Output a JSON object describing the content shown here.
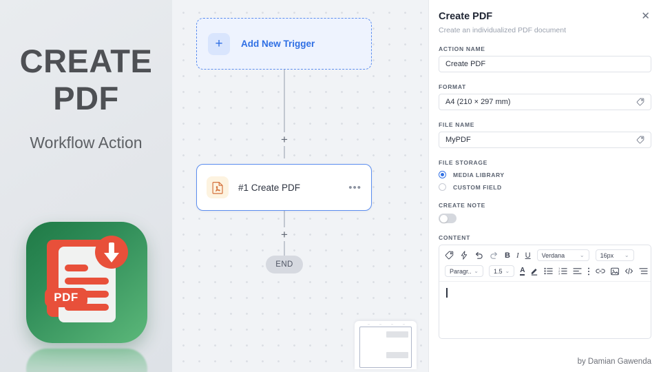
{
  "promo": {
    "title_line1": "CREATE",
    "title_line2": "PDF",
    "subtitle": "Workflow Action",
    "icon_badge": "PDF"
  },
  "canvas": {
    "trigger_node": {
      "label": "Add New Trigger",
      "plus": "+"
    },
    "add_step_top": "+",
    "add_step_bottom": "+",
    "action_node": {
      "label": "#1 Create PDF",
      "menu": "•••"
    },
    "end_node": "END"
  },
  "panel": {
    "title": "Create PDF",
    "description": "Create an individualized PDF document",
    "close": "✕",
    "fields": {
      "action_name": {
        "label": "ACTION NAME",
        "value": "Create PDF"
      },
      "format": {
        "label": "FORMAT",
        "value": "A4 (210 × 297 mm)"
      },
      "file_name": {
        "label": "FILE NAME",
        "value": "MyPDF"
      },
      "file_storage": {
        "label": "FILE STORAGE",
        "options": [
          {
            "label": "MEDIA LIBRARY",
            "selected": true
          },
          {
            "label": "CUSTOM FIELD",
            "selected": false
          }
        ]
      },
      "create_note": {
        "label": "CREATE NOTE",
        "enabled": false
      },
      "content": {
        "label": "CONTENT",
        "value": ""
      }
    },
    "editor_toolbar": {
      "row1_icons": [
        "tag-icon",
        "lightning-icon",
        "undo-icon",
        "redo-icon",
        "bold-icon",
        "italic-icon",
        "underline-icon"
      ],
      "font_family": "Verdana",
      "font_size": "16px",
      "block_format": "Paragr...",
      "line_height": "1.5",
      "row2_icons": [
        "font-color-icon",
        "highlight-icon",
        "bullet-list-icon",
        "numbered-list-icon",
        "align-icon",
        "more-icon",
        "link-icon",
        "image-icon",
        "code-icon",
        "indent-icon"
      ]
    },
    "labels": {
      "bold": "B",
      "italic": "I",
      "underline": "U",
      "font_color": "A"
    }
  },
  "footer": {
    "byline": "by Damian Gawenda"
  },
  "colors": {
    "accent_blue": "#2f6fe4",
    "pdf_orange": "#d4703a",
    "icon_green": "#2e8b57",
    "canvas_bg": "#f1f3f6"
  }
}
